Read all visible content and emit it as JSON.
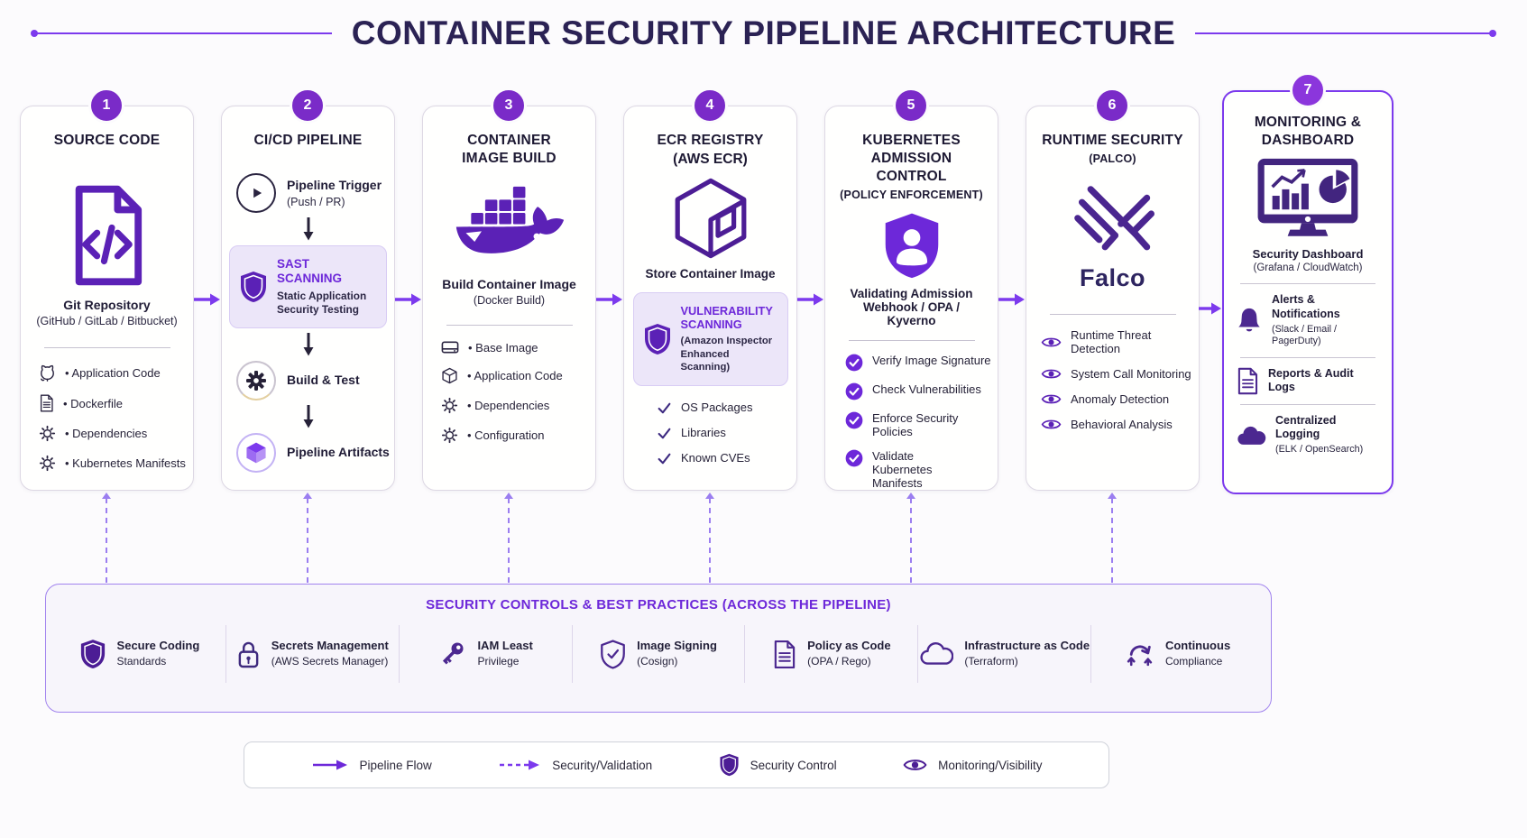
{
  "title": "CONTAINER SECURITY PIPELINE ARCHITECTURE",
  "colors": {
    "accent_purple": "#7c3aed",
    "deep_purple": "#5b21b6",
    "badge_purple": "#7a2bc8",
    "title_navy": "#2b2254",
    "highlight_bg": "#ece6f9",
    "controls_bg": "#f7f5fb"
  },
  "stages": {
    "s1": {
      "number": "1",
      "title": "SOURCE CODE",
      "main": "Git Repository",
      "sub": "(GitHub / GitLab / Bitbucket)",
      "items": [
        {
          "icon": "github-icon",
          "label": "• Application Code"
        },
        {
          "icon": "file-icon",
          "label": "• Dockerfile"
        },
        {
          "icon": "gear-icon",
          "label": "• Dependencies"
        },
        {
          "icon": "gear-icon",
          "label": "• Kubernetes Manifests"
        }
      ]
    },
    "s2": {
      "number": "2",
      "title": "CI/CD PIPELINE",
      "steps": [
        {
          "icon": "play-icon",
          "label": "Pipeline Trigger",
          "sub": "(Push / PR)"
        },
        {
          "icon": "shield-icon",
          "label": "SAST SCANNING",
          "sub": "Static Application Security Testing"
        },
        {
          "icon": "gear-icon",
          "label": "Build & Test"
        },
        {
          "icon": "cube-icon",
          "label": "Pipeline Artifacts"
        }
      ]
    },
    "s3": {
      "number": "3",
      "title": "CONTAINER IMAGE BUILD",
      "main": "Build Container Image",
      "sub": "(Docker Build)",
      "items": [
        {
          "icon": "drive-icon",
          "label": "• Base Image"
        },
        {
          "icon": "cube-icon",
          "label": "• Application Code"
        },
        {
          "icon": "gear-icon",
          "label": "• Dependencies"
        },
        {
          "icon": "gear-icon",
          "label": "• Configuration"
        }
      ]
    },
    "s4": {
      "number": "4",
      "title": "ECR REGISTRY",
      "subtitle": "(AWS ECR)",
      "main": "Store Container Image",
      "scan_title": "VULNERABILITY SCANNING",
      "scan_sub": "(Amazon Inspector Enhanced Scanning)",
      "checks": [
        "OS Packages",
        "Libraries",
        "Known CVEs"
      ]
    },
    "s5": {
      "number": "5",
      "title": "KUBERNETES ADMISSION CONTROL",
      "subtitle": "(POLICY ENFORCEMENT)",
      "main": "Validating Admission Webhook / OPA / Kyverno",
      "checks": [
        "Verify Image Signature",
        "Check Vulnerabilities",
        "Enforce Security Policies",
        "Validate Kubernetes Manifests"
      ]
    },
    "s6": {
      "number": "6",
      "title": "RUNTIME SECURITY",
      "subtitle": "(PALCO)",
      "logo_text": "Falco",
      "items": [
        "Runtime Threat Detection",
        "System Call Monitoring",
        "Anomaly Detection",
        "Behavioral Analysis"
      ]
    },
    "s7": {
      "number": "7",
      "title": "MONITORING & DASHBOARD",
      "main": "Security Dashboard",
      "sub": "(Grafana / CloudWatch)",
      "rows": [
        {
          "icon": "bell-icon",
          "label": "Alerts & Notifications",
          "sub": "(Slack / Email / PagerDuty)"
        },
        {
          "icon": "report-icon",
          "label": "Reports & Audit Logs",
          "sub": ""
        },
        {
          "icon": "cloud-icon",
          "label": "Centralized Logging",
          "sub": "(ELK / OpenSearch)"
        }
      ]
    }
  },
  "controls": {
    "title": "SECURITY CONTROLS & BEST PRACTICES (ACROSS THE PIPELINE)",
    "items": [
      {
        "icon": "shield-icon",
        "line1": "Secure Coding",
        "line2": "Standards"
      },
      {
        "icon": "lock-icon",
        "line1": "Secrets Management",
        "line2": "(AWS Secrets Manager)"
      },
      {
        "icon": "key-icon",
        "line1": "IAM Least",
        "line2": "Privilege"
      },
      {
        "icon": "shield-check-icon",
        "line1": "Image Signing",
        "line2": "(Cosign)"
      },
      {
        "icon": "policy-doc-icon",
        "line1": "Policy as Code",
        "line2": "(OPA / Rego)"
      },
      {
        "icon": "cloud-icon",
        "line1": "Infrastructure as Code",
        "line2": "(Terraform)"
      },
      {
        "icon": "sync-icon",
        "line1": "Continuous",
        "line2": "Compliance"
      }
    ]
  },
  "legend": {
    "items": [
      {
        "icon": "solid-arrow-icon",
        "label": "Pipeline Flow"
      },
      {
        "icon": "dashed-arrow-icon",
        "label": "Security/Validation"
      },
      {
        "icon": "shield-icon",
        "label": "Security Control"
      },
      {
        "icon": "eye-icon",
        "label": "Monitoring/Visibility"
      }
    ]
  }
}
